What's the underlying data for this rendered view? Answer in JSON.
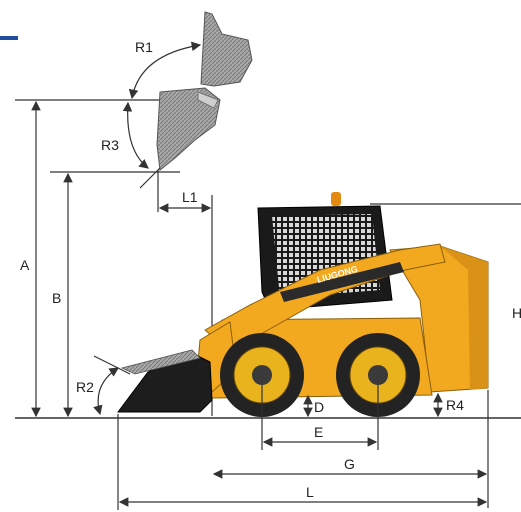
{
  "diagram": {
    "labels": {
      "A": "A",
      "B": "B",
      "R1": "R1",
      "R2": "R2",
      "R3": "R3",
      "R4": "R4",
      "L1": "L1",
      "D": "D",
      "E": "E",
      "G": "G",
      "L": "L",
      "H": "H"
    },
    "brand_text": "LIUGONG",
    "colors": {
      "body": "#f2a91f",
      "body_dark": "#c98510",
      "cab": "#1a1a1a",
      "tire": "#232323",
      "rim": "#e8b31c",
      "bucket_grey": "#9a9a9a",
      "accent_line": "#1f4e9c",
      "line": "#333333"
    }
  }
}
